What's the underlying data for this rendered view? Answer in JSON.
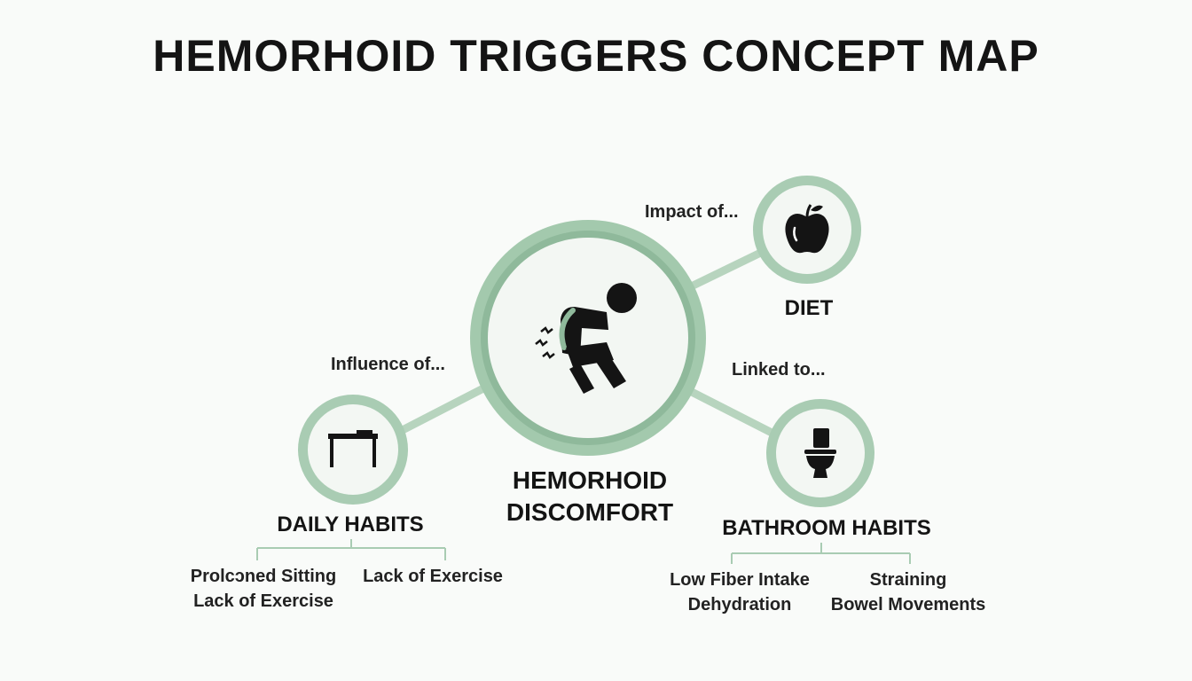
{
  "title": "HEMORHOID TRIGGERS CONCEPT MAP",
  "colors": {
    "ring": "#a9ccb3",
    "ring_dark": "#8fb99b",
    "fill": "#f3f7f3",
    "ink": "#141414"
  },
  "center": {
    "label_line1": "HEMORHOID",
    "label_line2": "DISCOMFORT",
    "icon": "person-discomfort-icon"
  },
  "diet": {
    "label": "DIET",
    "relation": "Impact of...",
    "icon": "apple-icon"
  },
  "daily": {
    "label": "DAILY HABITS",
    "relation": "Influence of...",
    "icon": "desk-icon",
    "items": {
      "left_line1": "Prolcɔned Sitting",
      "left_line2": "Lack of Exercise",
      "right_line1": "Lack of Exercise"
    }
  },
  "bathroom": {
    "label": "BATHROOM HABITS",
    "relation": "Linked to...",
    "icon": "toilet-icon",
    "items": {
      "left_line1": "Low Fiber Intake",
      "left_line2": "Dehydration",
      "right_line1": "Straining",
      "right_line2": "Bowel Movements"
    }
  }
}
